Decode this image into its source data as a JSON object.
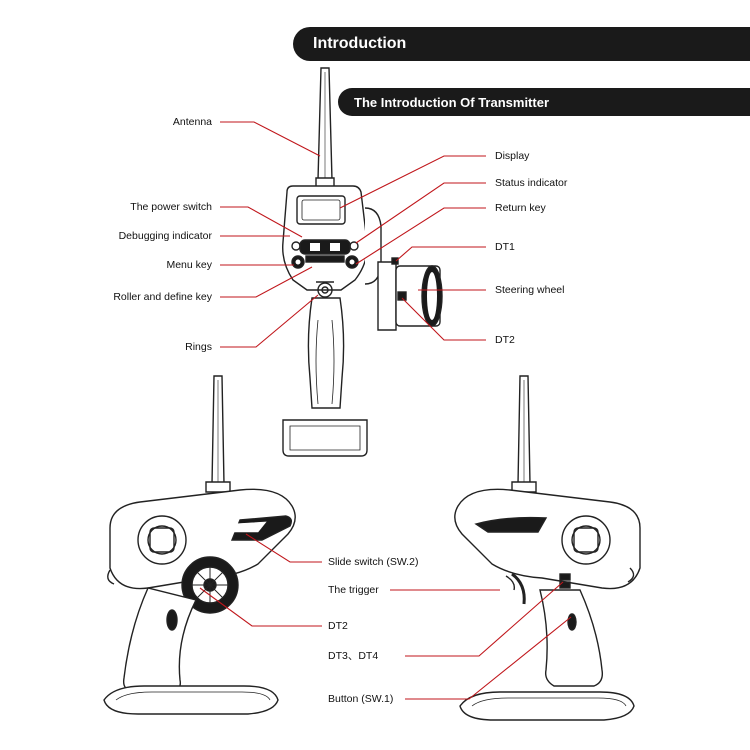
{
  "header": {
    "title": "Introduction",
    "subtitle": "The Introduction Of Transmitter"
  },
  "labels": {
    "antenna": "Antenna",
    "power_switch": "The power switch",
    "debugging_indicator": "Debugging indicator",
    "menu_key": "Menu key",
    "roller_define_key": "Roller and define key",
    "rings": "Rings",
    "display": "Display",
    "status_indicator": "Status indicator",
    "return_key": "Return key",
    "dt1": "DT1",
    "steering_wheel": "Steering wheel",
    "dt2_top": "DT2",
    "slide_switch": "Slide switch (SW.2)",
    "trigger": "The trigger",
    "dt2_bottom": "DT2",
    "dt3_dt4": "DT3、DT4",
    "button_sw1": "Button (SW.1)"
  },
  "colors": {
    "band": "#1a1a1a",
    "leader": "#c0161b",
    "line": "#222222"
  }
}
